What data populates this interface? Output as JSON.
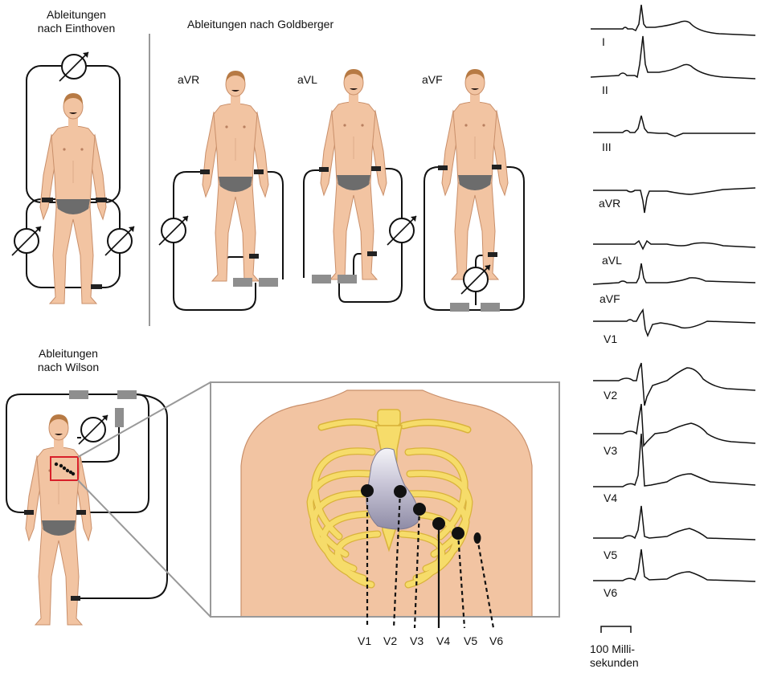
{
  "sections": {
    "einthoven": {
      "title_line1": "Ableitungen",
      "title_line2": "nach Einthoven"
    },
    "goldberger": {
      "title": "Ableitungen nach Goldberger",
      "leads": [
        "aVR",
        "aVL",
        "aVF"
      ]
    },
    "wilson": {
      "title_line1": "Ableitungen",
      "title_line2": "nach Wilson"
    }
  },
  "chest_leads": [
    "V1",
    "V2",
    "V3",
    "V4",
    "V5",
    "V6"
  ],
  "ecg_traces": [
    "I",
    "II",
    "III",
    "aVR",
    "aVL",
    "aVF",
    "V1",
    "V2",
    "V3",
    "V4",
    "V5",
    "V6"
  ],
  "scale_bar": {
    "line1": "100 Milli-",
    "line2": "sekunden"
  },
  "colors": {
    "skin": "#f2c4a2",
    "skin_outline": "#c98f6a",
    "rib": "#f6dc6a",
    "heart": "#b9b6cc",
    "band": "#222222",
    "wire": "#111111",
    "electrode_pad": "#8e8e8e",
    "highlight": "#d8202a",
    "divider": "#999999"
  }
}
